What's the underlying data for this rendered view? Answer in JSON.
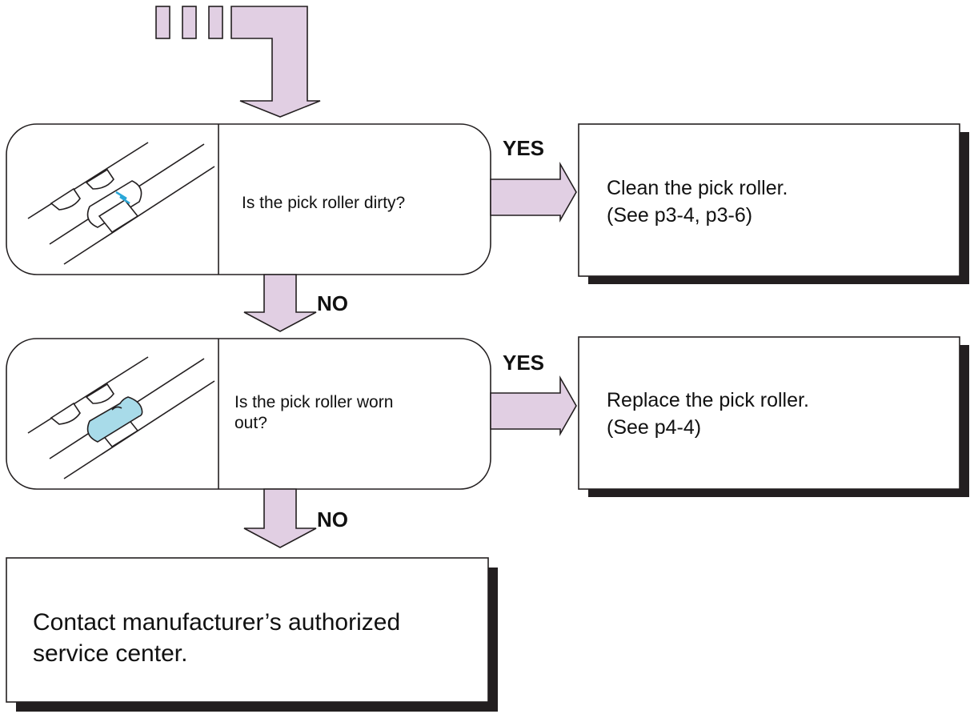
{
  "colors": {
    "arrow_fill": "#e1cfe3",
    "stroke": "#231f20",
    "roller_fill": "#a8dbe9",
    "roller_mark": "#2aa7d8",
    "shadow": "#231f20"
  },
  "icons": {
    "entry": "dashed-down-arrow-icon",
    "roller_dirty": "dirty-pick-roller-icon",
    "roller_worn": "worn-pick-roller-icon"
  },
  "step1": {
    "question": "Is the pick roller dirty?",
    "yes_label": "YES",
    "yes_action": [
      "Clean the pick roller.",
      "(See p3-4, p3-6)"
    ],
    "no_label": "NO"
  },
  "step2": {
    "question": [
      "Is the pick roller worn",
      "out?"
    ],
    "yes_label": "YES",
    "yes_action": [
      "Replace the pick roller.",
      "(See p4-4)"
    ],
    "no_label": "NO"
  },
  "final": {
    "text": [
      "Contact manufacturer’s authorized",
      "service center."
    ]
  }
}
